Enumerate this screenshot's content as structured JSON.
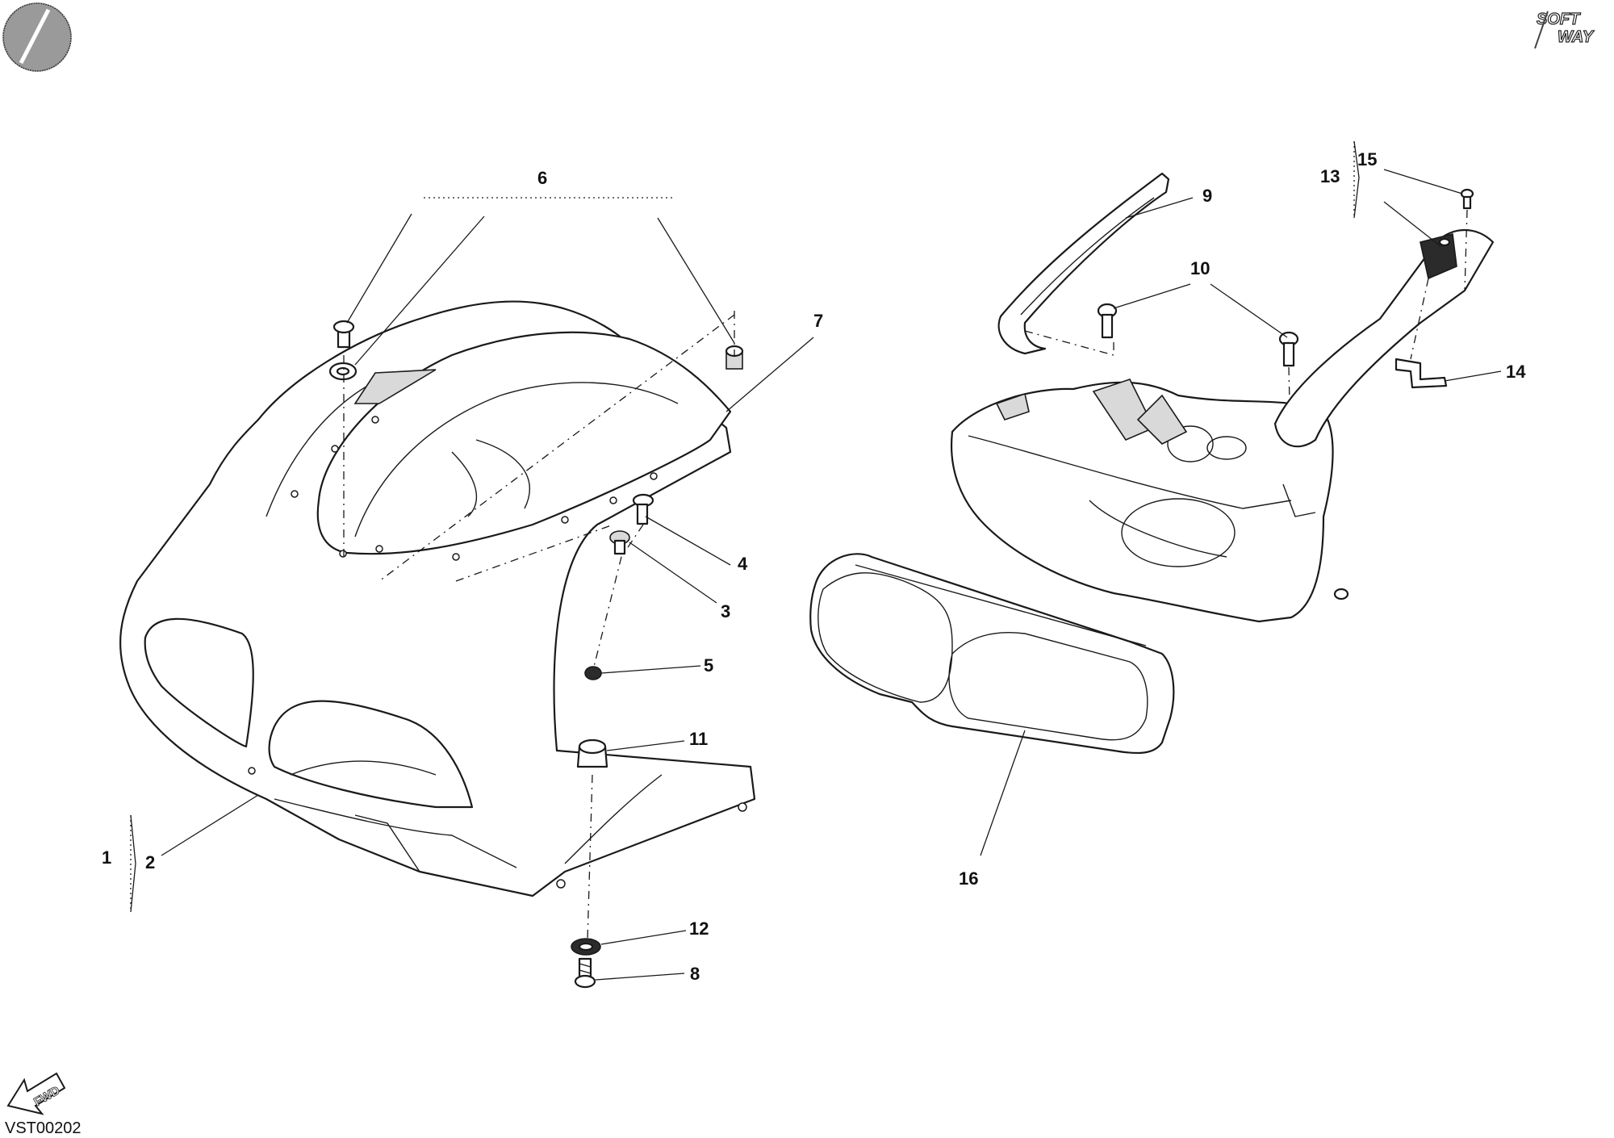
{
  "drawing_ref": "VST00202",
  "brand": {
    "line1": "SOFT",
    "line2": "WAY"
  },
  "direction_label": "FWD",
  "callouts": [
    {
      "id": "c1",
      "text": "1"
    },
    {
      "id": "c2",
      "text": "2"
    },
    {
      "id": "c3",
      "text": "3"
    },
    {
      "id": "c4",
      "text": "4"
    },
    {
      "id": "c5",
      "text": "5"
    },
    {
      "id": "c6",
      "text": "6"
    },
    {
      "id": "c7",
      "text": "7"
    },
    {
      "id": "c8",
      "text": "8"
    },
    {
      "id": "c9",
      "text": "9"
    },
    {
      "id": "c10",
      "text": "10"
    },
    {
      "id": "c11",
      "text": "11"
    },
    {
      "id": "c12",
      "text": "12"
    },
    {
      "id": "c13",
      "text": "13"
    },
    {
      "id": "c14",
      "text": "14"
    },
    {
      "id": "c15",
      "text": "15"
    },
    {
      "id": "c16",
      "text": "16"
    }
  ],
  "parts": [
    {
      "callout": "1",
      "name": "fairing-assembly"
    },
    {
      "callout": "2",
      "name": "front-fairing"
    },
    {
      "callout": "3",
      "name": "fairing-fastener"
    },
    {
      "callout": "4",
      "name": "fairing-screw"
    },
    {
      "callout": "5",
      "name": "grommet"
    },
    {
      "callout": "6",
      "name": "windscreen-fastener-kit"
    },
    {
      "callout": "7",
      "name": "windscreen"
    },
    {
      "callout": "8",
      "name": "lower-screw"
    },
    {
      "callout": "9",
      "name": "side-trim"
    },
    {
      "callout": "10",
      "name": "mounting-screw"
    },
    {
      "callout": "11",
      "name": "rubber-mount"
    },
    {
      "callout": "12",
      "name": "washer"
    },
    {
      "callout": "13",
      "name": "bracket-assembly"
    },
    {
      "callout": "14",
      "name": "clip"
    },
    {
      "callout": "15",
      "name": "bracket-screw"
    },
    {
      "callout": "16",
      "name": "headlight-unit"
    }
  ]
}
